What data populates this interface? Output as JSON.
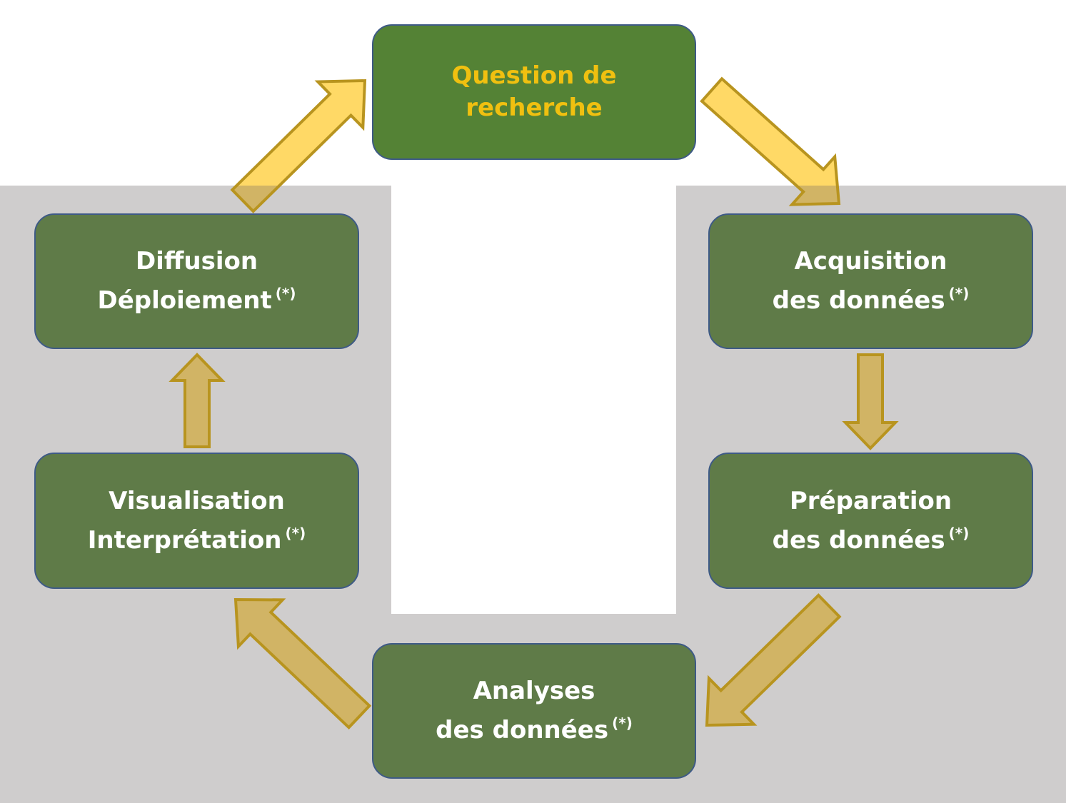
{
  "colors": {
    "step_fill": "#5f7b48",
    "top_fill": "#548235",
    "top_text": "#f0c010",
    "step_text": "#ffffff",
    "node_border": "#3e5a86",
    "arrow_fill_bright": "#ffd966",
    "arrow_fill_muted": "#d1b465",
    "arrow_stroke": "#b8941f",
    "background_region": "#cfcdcd"
  },
  "nodes": {
    "question": {
      "line1": "Question de",
      "line2": "recherche"
    },
    "diffusion": {
      "line1": "Diffusion",
      "line2": "Déploiement",
      "note": "(*)"
    },
    "acquisition": {
      "line1": "Acquisition",
      "line2": "des données",
      "note": "(*)"
    },
    "visual": {
      "line1": "Visualisation",
      "line2": "Interprétation",
      "note": "(*)"
    },
    "preparation": {
      "line1": "Préparation",
      "line2": "des données",
      "note": "(*)"
    },
    "analyses": {
      "line1": "Analyses",
      "line2": "des données",
      "note": "(*)"
    }
  },
  "edges": [
    {
      "from": "question",
      "to": "acquisition"
    },
    {
      "from": "acquisition",
      "to": "preparation"
    },
    {
      "from": "preparation",
      "to": "analyses"
    },
    {
      "from": "analyses",
      "to": "visual"
    },
    {
      "from": "visual",
      "to": "diffusion"
    },
    {
      "from": "diffusion",
      "to": "question"
    }
  ]
}
